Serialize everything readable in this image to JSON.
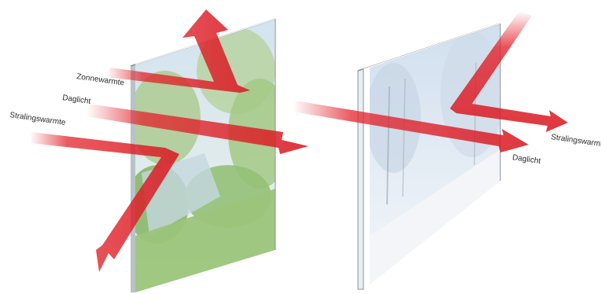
{
  "left_panel": {
    "scene": "summer",
    "labels": {
      "solar_heat": "Zonnewarmte",
      "daylight": "Daglicht",
      "radiant_heat": "Stralingswarmte"
    }
  },
  "right_panel": {
    "scene": "winter",
    "labels": {
      "radiant_heat": "Stralingswarmt",
      "daylight": "Daglicht"
    }
  },
  "colors": {
    "arrow": "#e3222a",
    "arrow_dark": "#b0141b",
    "glass_edge": "#8a9499",
    "summer_sky": "#cfe1ef",
    "summer_foliage": "#7fb55a",
    "winter_sky": "#d6e4f2",
    "winter_snow": "#eef3f8"
  }
}
